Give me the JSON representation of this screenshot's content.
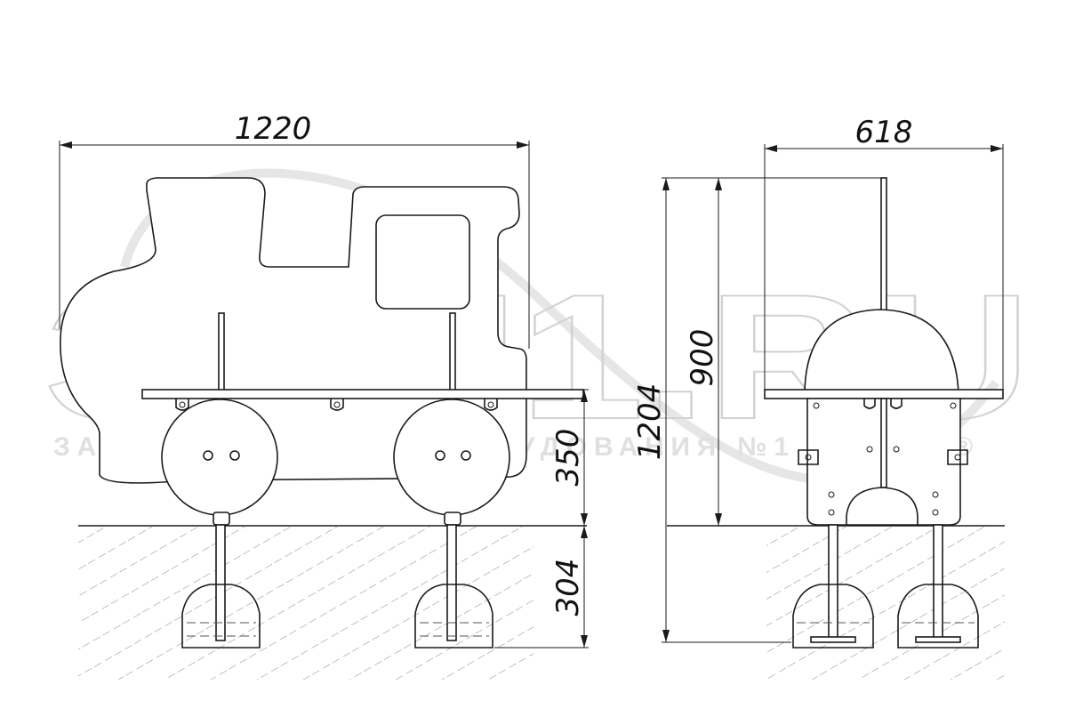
{
  "dimensions": {
    "front_width": "1220",
    "side_width": "618",
    "seat_height": "350",
    "foundation_depth": "304",
    "total_height": "1204",
    "panel_height": "900"
  },
  "watermark": {
    "logo": "ЗОН1.RU",
    "subtitle": "ЗАВОД ИГРОВОГО ОБОРУДОВАНИЯ №1",
    "registered_mark": "®"
  },
  "colors": {
    "line": "#1a1a1a",
    "watermark": "#d2d2d2",
    "background": "#ffffff"
  }
}
